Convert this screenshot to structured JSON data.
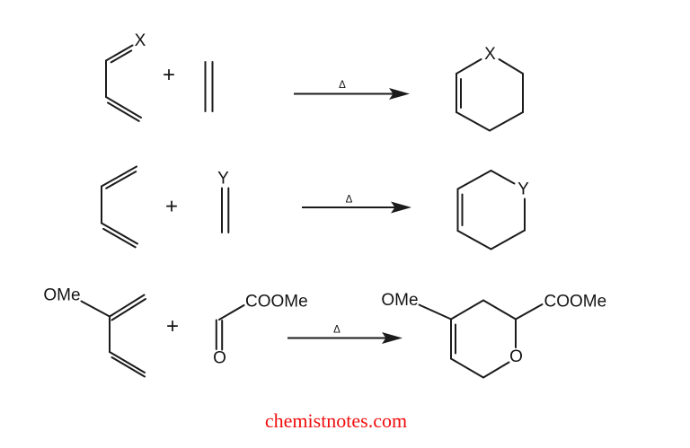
{
  "diagram": {
    "background": "#ffffff",
    "line_color": "#1b1b1b",
    "text_color": "#141414"
  },
  "reaction1": {
    "diene_substituent_label": "X",
    "plus_sign": "+",
    "condition_label": "Δ",
    "product_substituent_label": "X"
  },
  "reaction2": {
    "plus_sign": "+",
    "dienophile_substituent_label": "Y",
    "condition_label": "Δ",
    "product_substituent_label": "Y"
  },
  "reaction3": {
    "diene_substituent_label": "OMe",
    "plus_sign": "+",
    "dienophile_ester_label": "COOMe",
    "dienophile_oxygen_label": "O",
    "condition_label": "Δ",
    "product_methoxy_label": "OMe",
    "product_ester_label": "COOMe",
    "product_ring_oxygen_label": "O"
  },
  "watermark": {
    "text": "chemistnotes.com",
    "color": "#f00d0d"
  }
}
